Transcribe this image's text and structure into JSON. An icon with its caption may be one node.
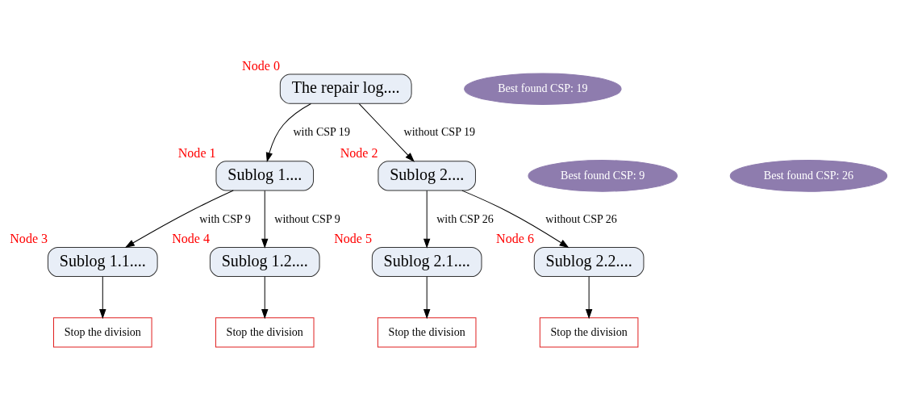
{
  "diagram": {
    "nodes": [
      {
        "text": [
          "The repair log...."
        ],
        "beside": [
          "Node 0"
        ]
      },
      {
        "text": [
          "Best found CSP: 19"
        ]
      },
      {
        "text": [
          "Sublog 1...."
        ],
        "beside": [
          "Node 1"
        ]
      },
      {
        "text": [
          "Sublog 2...."
        ],
        "beside": [
          "Node 2"
        ]
      },
      {
        "text": [
          "Best found CSP: 9"
        ]
      },
      {
        "text": [
          "Best found CSP: 26"
        ]
      },
      {
        "text": [
          "Sublog 1.1...."
        ],
        "beside": [
          "Node 3"
        ]
      },
      {
        "text": [
          "Sublog 1.2...."
        ],
        "beside": [
          "Node 4"
        ]
      },
      {
        "text": [
          "Sublog 2.1...."
        ],
        "beside": [
          "Node 5"
        ]
      },
      {
        "text": [
          "Sublog 2.2...."
        ],
        "beside": [
          "Node 6"
        ]
      },
      {
        "text": [
          "Stop the division"
        ]
      },
      {
        "text": [
          "Stop the division"
        ]
      },
      {
        "text": [
          "Stop the division"
        ]
      },
      {
        "text": [
          "Stop the division"
        ]
      }
    ],
    "edges": [
      {
        "from": 0,
        "to": 2,
        "arrow": "to",
        "label": "with CSP 19"
      },
      {
        "from": 0,
        "to": 3,
        "arrow": "to",
        "label": "without CSP 19"
      },
      {
        "from": 2,
        "to": 6,
        "arrow": "to",
        "label": "with CSP 9"
      },
      {
        "from": 2,
        "to": 7,
        "arrow": "to",
        "label": "without CSP 9"
      },
      {
        "from": 3,
        "to": 8,
        "arrow": "to",
        "label": "with CSP 26"
      },
      {
        "from": 3,
        "to": 9,
        "arrow": "to",
        "label": "without CSP 26"
      },
      {
        "from": 6,
        "to": 10,
        "arrow": "to"
      },
      {
        "from": 7,
        "to": 11,
        "arrow": "to"
      },
      {
        "from": 8,
        "to": 12,
        "arrow": "to"
      },
      {
        "from": 9,
        "to": 13,
        "arrow": "to"
      }
    ]
  }
}
